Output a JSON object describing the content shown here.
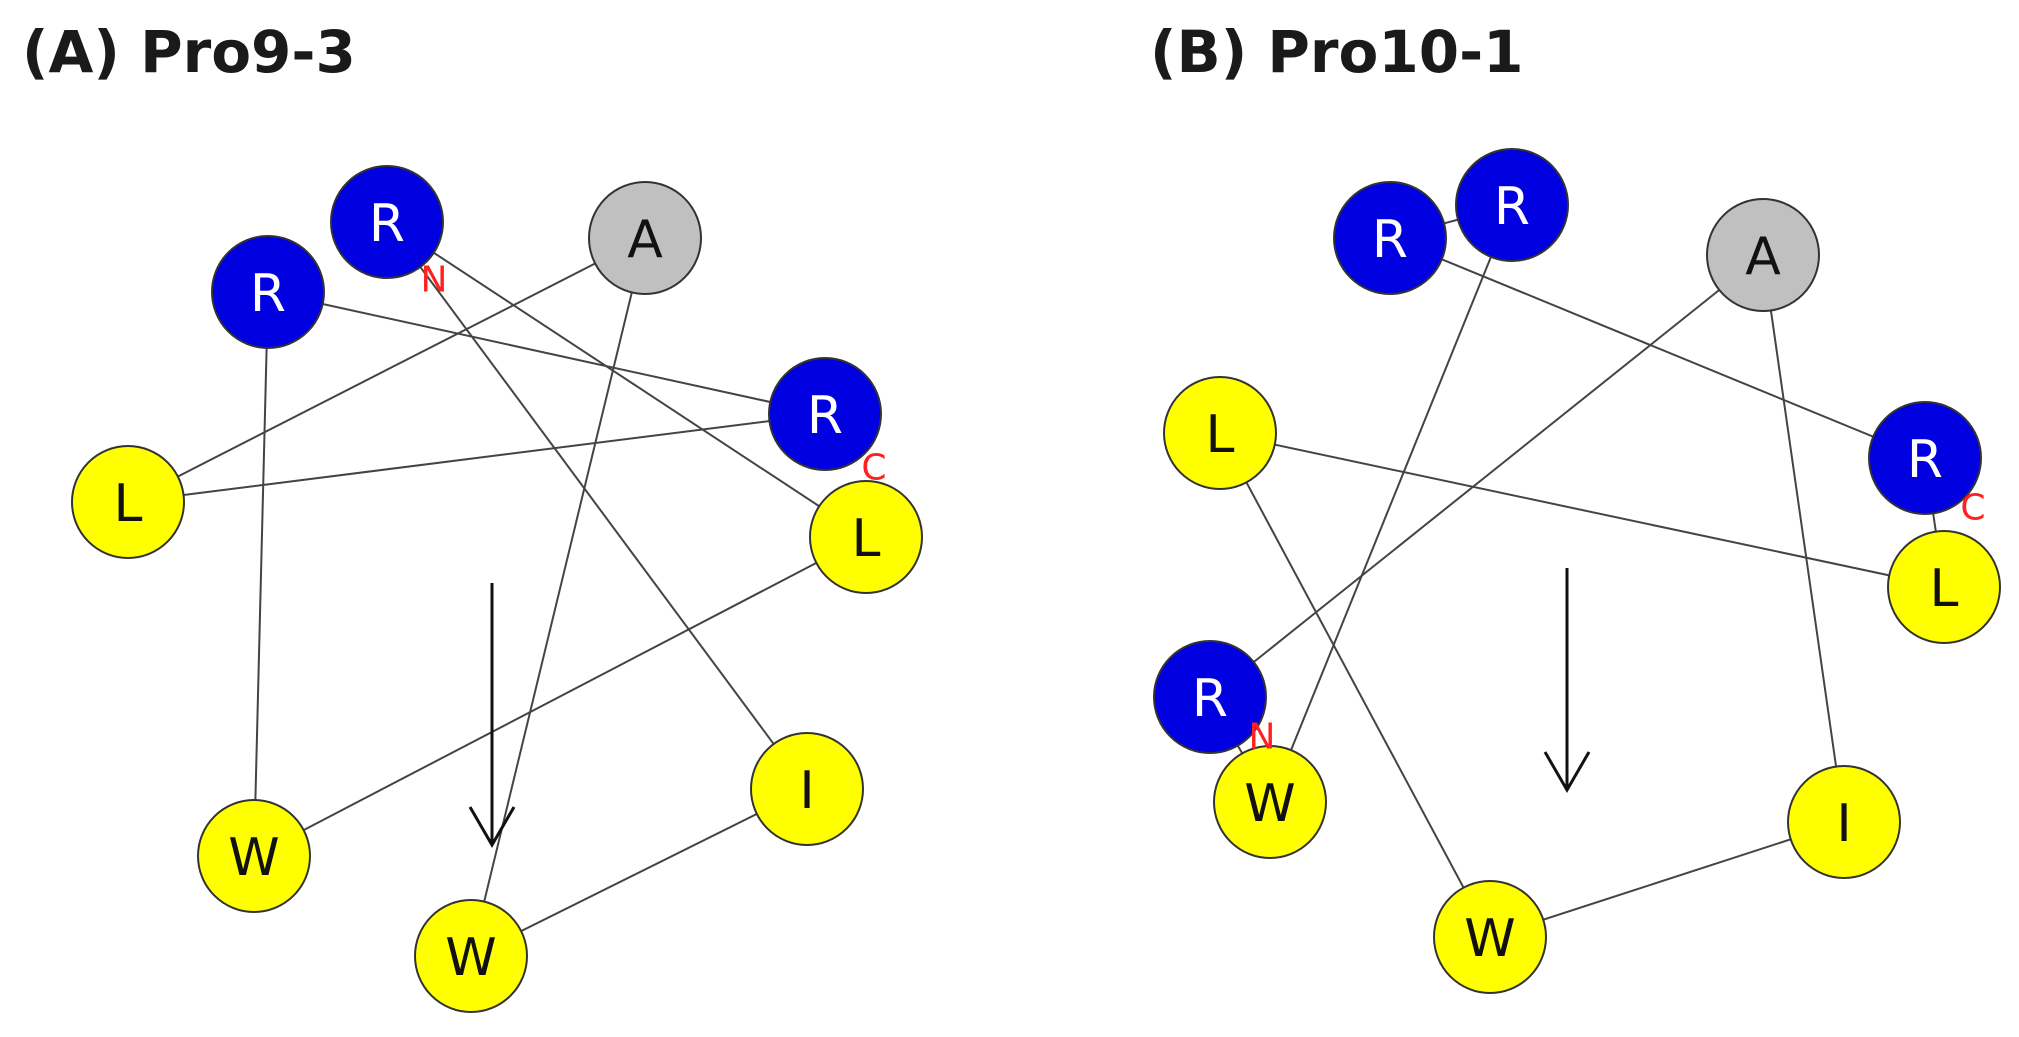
{
  "colors": {
    "hydrophilic": "#0000e0",
    "hydrophobic": "#ffff00",
    "neutral": "#c0c0c0",
    "terminus_label": "#ff2020",
    "line": "#444444"
  },
  "panels": [
    {
      "title": "(A) Pro9-3",
      "residues": [
        {
          "letter": "R",
          "type": "hydrophilic"
        },
        {
          "letter": "R",
          "type": "hydrophilic"
        },
        {
          "letter": "A",
          "type": "neutral"
        },
        {
          "letter": "R",
          "type": "hydrophilic"
        },
        {
          "letter": "L",
          "type": "hydrophobic"
        },
        {
          "letter": "L",
          "type": "hydrophobic"
        },
        {
          "letter": "W",
          "type": "hydrophobic"
        },
        {
          "letter": "W",
          "type": "hydrophobic"
        },
        {
          "letter": "I",
          "type": "hydrophobic"
        }
      ],
      "terminus_labels": [
        "N",
        "C"
      ],
      "hydrophobic_moment_arrow": true
    },
    {
      "title": "(B) Pro10-1",
      "residues": [
        {
          "letter": "R",
          "type": "hydrophilic"
        },
        {
          "letter": "R",
          "type": "hydrophilic"
        },
        {
          "letter": "A",
          "type": "neutral"
        },
        {
          "letter": "L",
          "type": "hydrophobic"
        },
        {
          "letter": "R",
          "type": "hydrophilic"
        },
        {
          "letter": "R",
          "type": "hydrophilic"
        },
        {
          "letter": "L",
          "type": "hydrophobic"
        },
        {
          "letter": "W",
          "type": "hydrophobic"
        },
        {
          "letter": "W",
          "type": "hydrophobic"
        },
        {
          "letter": "I",
          "type": "hydrophobic"
        }
      ],
      "terminus_labels": [
        "N",
        "C"
      ],
      "hydrophobic_moment_arrow": true
    }
  ]
}
